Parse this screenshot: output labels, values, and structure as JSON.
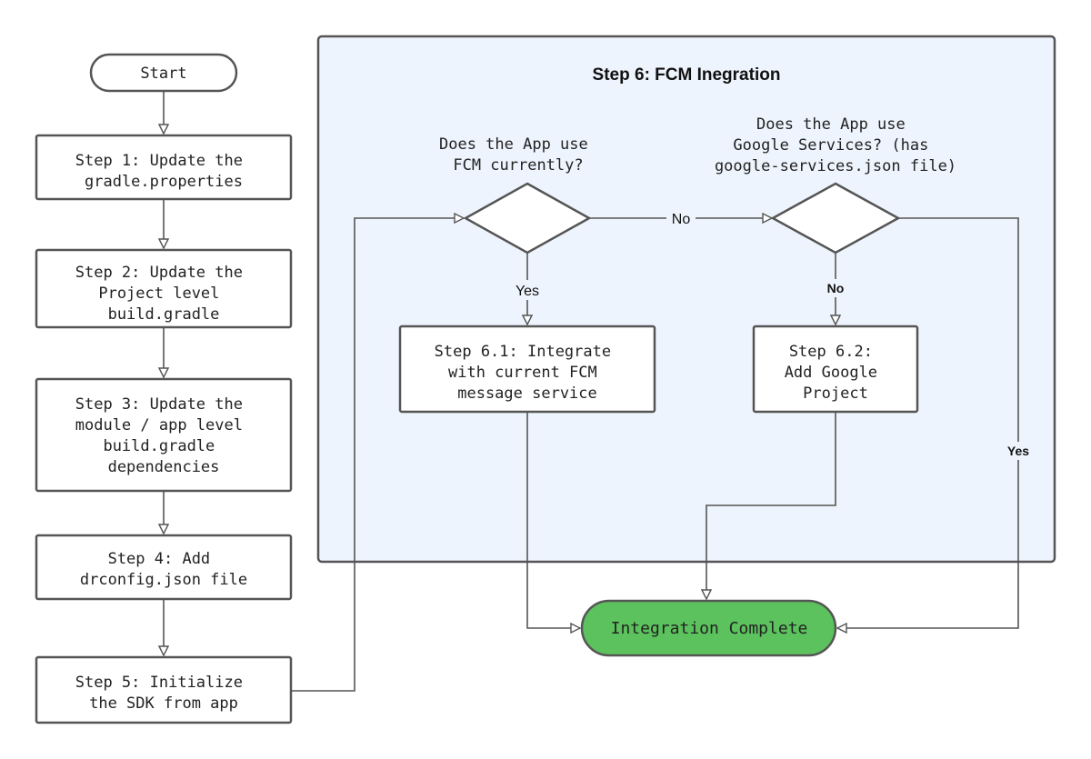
{
  "colors": {
    "stroke": "#555555",
    "group_fill": "#eef4fd",
    "end_fill": "#5cc25d"
  },
  "group": {
    "title": "Step 6: FCM Inegration"
  },
  "nodes": {
    "start": [
      "Start"
    ],
    "step1": [
      "Step 1: Update the",
      "gradle.properties"
    ],
    "step2": [
      "Step 2: Update the",
      "Project level",
      "build.gradle"
    ],
    "step3": [
      "Step 3: Update the",
      "module / app level",
      "build.gradle",
      "dependencies"
    ],
    "step4": [
      "Step 4: Add",
      "drconfig.json file"
    ],
    "step5": [
      "Step 5: Initialize",
      "the SDK from app"
    ],
    "q1": [
      "Does the App use",
      "FCM currently?"
    ],
    "q2": [
      "Does the App use",
      "Google Services? (has",
      "google-services.json file)"
    ],
    "step61": [
      "Step 6.1: Integrate",
      "with current FCM",
      "message service"
    ],
    "step62": [
      "Step 6.2:",
      "Add Google",
      "Project"
    ],
    "end": [
      "Integration Complete"
    ]
  },
  "edge_labels": {
    "q1_no": "No",
    "q1_yes": "Yes",
    "q2_no": "No",
    "q2_yes": "Yes"
  }
}
